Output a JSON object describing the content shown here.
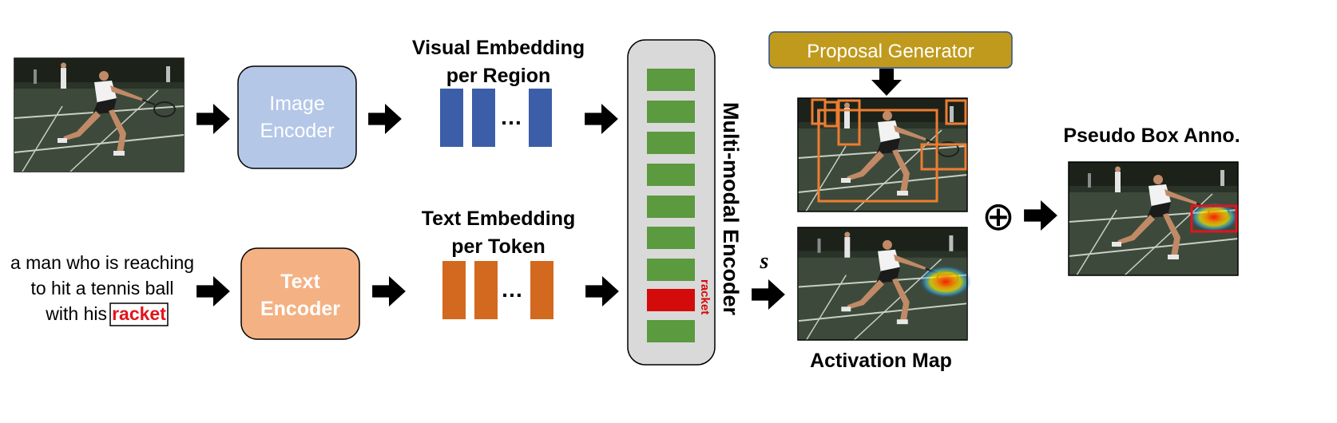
{
  "caption": {
    "line1": "a man who is reaching",
    "line2": "to hit a tennis ball",
    "line3_prefix": "with his",
    "highlight_word": "racket"
  },
  "image_encoder": {
    "line1": "Image",
    "line2": "Encoder"
  },
  "text_encoder": {
    "line1": "Text",
    "line2": "Encoder"
  },
  "visual_embedding": {
    "line1": "Visual Embedding",
    "line2": "per Region",
    "ellipsis": "…"
  },
  "text_embedding": {
    "line1": "Text Embedding",
    "line2": "per Token",
    "ellipsis": "…"
  },
  "multimodal_encoder": {
    "label": "Multi-modal Encoder",
    "token_label": "racket"
  },
  "proposal_generator": {
    "label": "Proposal Generator"
  },
  "score_symbol": "s",
  "activation_map": {
    "label": "Activation Map"
  },
  "pseudo_box": {
    "label": "Pseudo Box Anno."
  },
  "plus_symbol": "⊕",
  "colors": {
    "image_encoder_fill": "#b4c7e7",
    "text_encoder_fill": "#f4b183",
    "visual_bar": "#3c5ea8",
    "text_bar": "#d2691e",
    "token_green": "#5b9a3f",
    "token_red": "#d40b0b",
    "proposal_fill": "#c09a1d",
    "proposal_box": "#ed7d31",
    "highlight_red": "#e3141b"
  }
}
